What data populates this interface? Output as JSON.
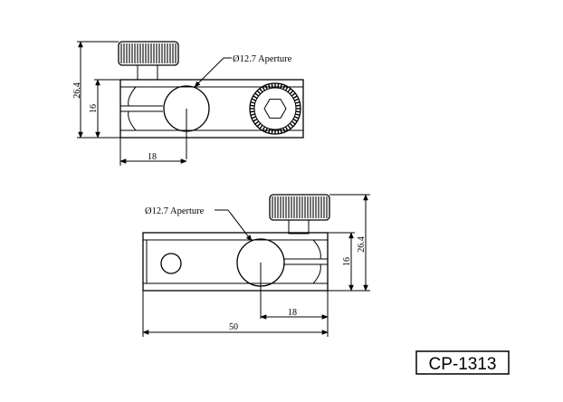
{
  "part_number": "CP-1313",
  "top_view": {
    "aperture_label": "Ø12.7 Aperture",
    "height_total": "26.4",
    "height_body": "16",
    "width_to_center": "18"
  },
  "bottom_view": {
    "aperture_label": "Ø12.7 Aperture",
    "height_total": "26.4",
    "height_body": "16",
    "width_to_center": "18",
    "overall_length": "50"
  }
}
